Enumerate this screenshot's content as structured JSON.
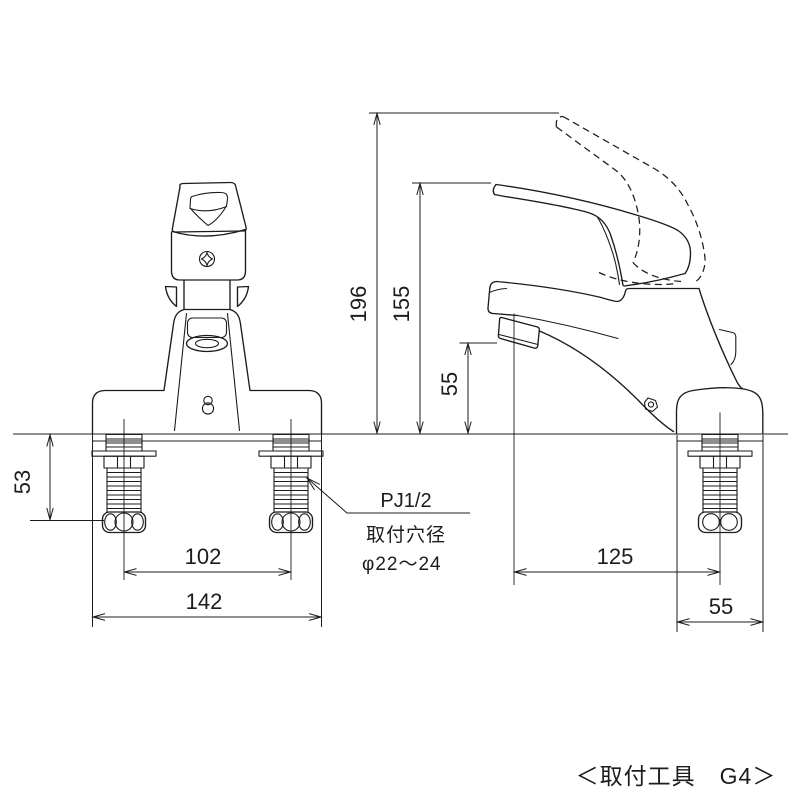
{
  "dimensions": {
    "front": {
      "under_counter_height": "53",
      "shank_pitch": "102",
      "overall_width": "142"
    },
    "side": {
      "overall_height": "196",
      "lever_height": "155",
      "spout_height": "55",
      "spout_reach": "125",
      "base_depth": "55"
    }
  },
  "labels": {
    "thread_spec": "PJ1/2",
    "mounting_hole_title": "取付穴径",
    "mounting_hole_range": "φ22～24",
    "tool_note": "＜取付工具　G4＞"
  },
  "colors": {
    "line": "#1c1c1c",
    "background": "#ffffff"
  }
}
